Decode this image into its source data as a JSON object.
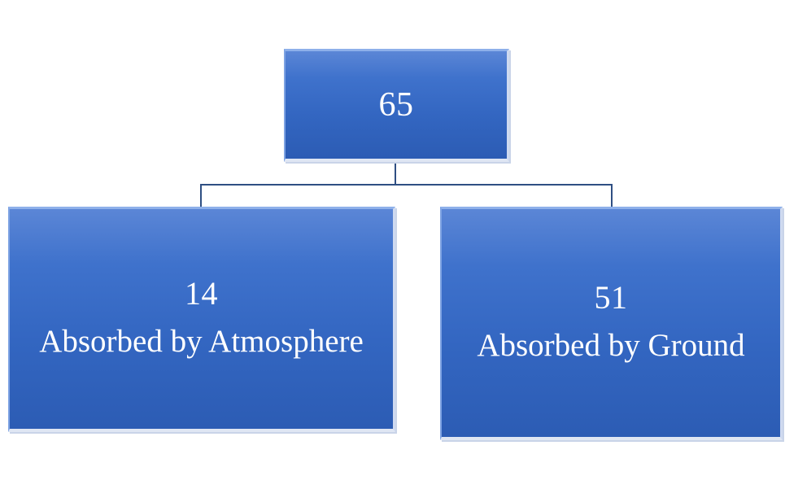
{
  "diagram": {
    "root": {
      "value": "65"
    },
    "children": [
      {
        "value": "14",
        "label": "Absorbed by Atmosphere"
      },
      {
        "value": "51",
        "label": "Absorbed by Ground"
      }
    ],
    "colors": {
      "box_fill": "#3a6cc6",
      "box_text": "#ffffff",
      "connector": "#2f4f83"
    }
  }
}
